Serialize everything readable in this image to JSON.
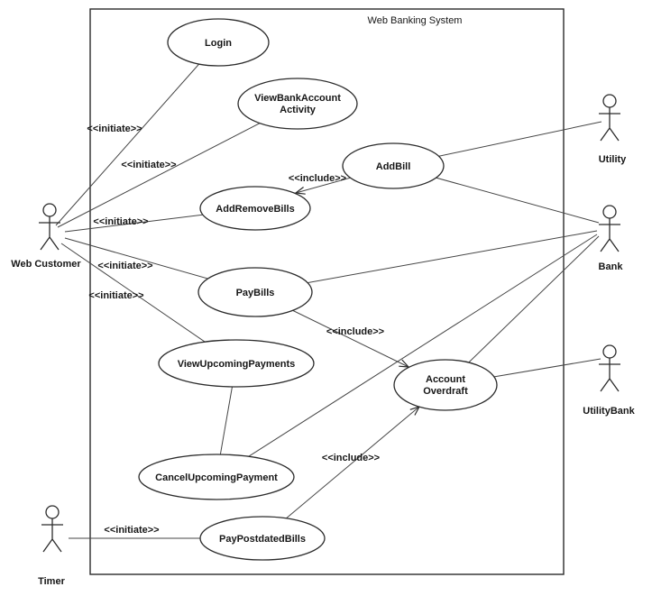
{
  "diagram": {
    "type": "uml-use-case",
    "system": {
      "title": "Web Banking System"
    },
    "actors": {
      "web_customer": {
        "label": "Web Customer"
      },
      "utility": {
        "label": "Utility"
      },
      "bank": {
        "label": "Bank"
      },
      "utility_bank": {
        "label": "UtilityBank"
      },
      "timer": {
        "label": "Timer"
      }
    },
    "use_cases": {
      "login": {
        "label": "Login"
      },
      "view_bank_account_activity": {
        "line1": "ViewBankAccount",
        "line2": "Activity"
      },
      "add_bill": {
        "label": "AddBill"
      },
      "add_remove_bills": {
        "label": "AddRemoveBills"
      },
      "pay_bills": {
        "label": "PayBills"
      },
      "view_upcoming_payments": {
        "label": "ViewUpcomingPayments"
      },
      "account_overdraft": {
        "line1": "Account",
        "line2": "Overdraft"
      },
      "cancel_upcoming_payment": {
        "label": "CancelUpcomingPayment"
      },
      "pay_postdated_bills": {
        "label": "PayPostdatedBills"
      }
    },
    "stereotypes": {
      "initiate": "<<initiate>>",
      "include": "<<include>>"
    },
    "relationships": [
      {
        "from": "Web Customer",
        "to": "Login",
        "label": "<<initiate>>"
      },
      {
        "from": "Web Customer",
        "to": "ViewBankAccountActivity",
        "label": "<<initiate>>"
      },
      {
        "from": "Web Customer",
        "to": "AddRemoveBills",
        "label": "<<initiate>>"
      },
      {
        "from": "Web Customer",
        "to": "PayBills",
        "label": "<<initiate>>"
      },
      {
        "from": "Web Customer",
        "to": "ViewUpcomingPayments",
        "label": "<<initiate>>"
      },
      {
        "from": "Timer",
        "to": "PayPostdatedBills",
        "label": "<<initiate>>"
      },
      {
        "from": "Utility",
        "to": "AddBill",
        "label": ""
      },
      {
        "from": "Bank",
        "to": "AddBill",
        "label": ""
      },
      {
        "from": "Bank",
        "to": "PayBills",
        "label": ""
      },
      {
        "from": "Bank",
        "to": "AccountOverdraft",
        "label": ""
      },
      {
        "from": "Bank",
        "to": "CancelUpcomingPayment",
        "label": ""
      },
      {
        "from": "UtilityBank",
        "to": "AccountOverdraft",
        "label": ""
      },
      {
        "from": "ViewUpcomingPayments",
        "to": "CancelUpcomingPayment",
        "label": ""
      },
      {
        "from": "AddBill",
        "to": "AddRemoveBills",
        "label": "<<include>>"
      },
      {
        "from": "PayBills",
        "to": "AccountOverdraft",
        "label": "<<include>>"
      },
      {
        "from": "PayPostdatedBills",
        "to": "AccountOverdraft",
        "label": "<<include>>"
      }
    ]
  }
}
